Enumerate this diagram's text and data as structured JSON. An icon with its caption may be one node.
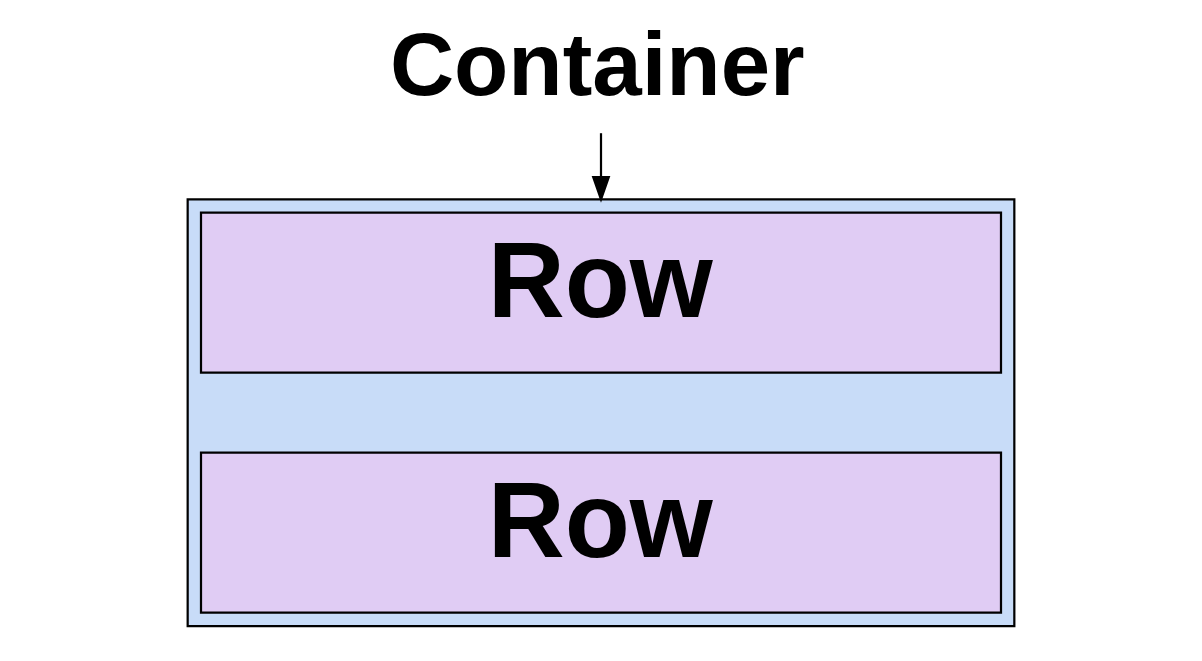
{
  "diagram": {
    "nodes": [
      {
        "text": [
          "Container"
        ]
      },
      {
        "text": [],
        "shape": "box"
      },
      {
        "text": [
          "Row"
        ],
        "in": 1
      },
      {
        "text": [
          "Row"
        ],
        "in": 1
      }
    ],
    "edges": [
      {
        "from": 0,
        "to": 1,
        "arrow": "to"
      }
    ]
  }
}
